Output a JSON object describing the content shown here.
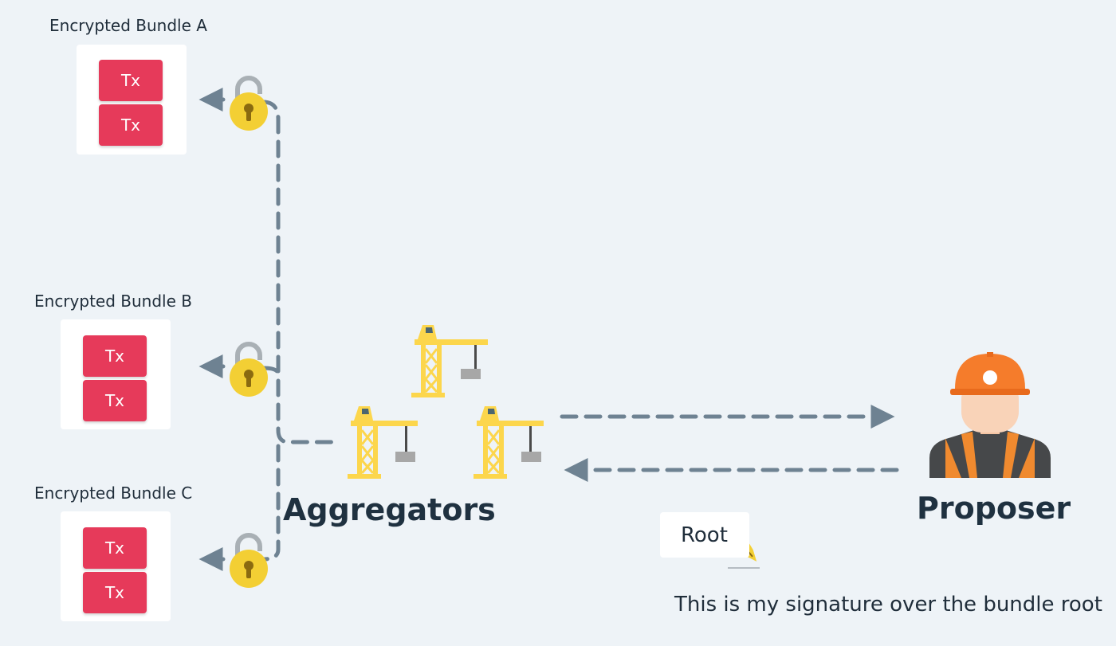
{
  "bundles": [
    {
      "label": "Encrypted Bundle A",
      "tx": [
        "Tx",
        "Tx"
      ]
    },
    {
      "label": "Encrypted Bundle B",
      "tx": [
        "Tx",
        "Tx"
      ]
    },
    {
      "label": "Encrypted Bundle C",
      "tx": [
        "Tx",
        "Tx"
      ]
    }
  ],
  "aggregators": {
    "label": "Aggregators"
  },
  "proposer": {
    "label": "Proposer"
  },
  "root": {
    "label": "Root"
  },
  "signature": {
    "caption": "This is my signature over the bundle root"
  },
  "colors": {
    "background": "#eef3f7",
    "tx_block": "#e63a5a",
    "arrow": "#6e8292",
    "lock_body": "#f3cf34",
    "crane": "#fcd64c",
    "helmet": "#f57c2b"
  },
  "icons": [
    "padlock-open-icon",
    "crane-icon",
    "construction-worker-icon",
    "fountain-pen-icon"
  ]
}
